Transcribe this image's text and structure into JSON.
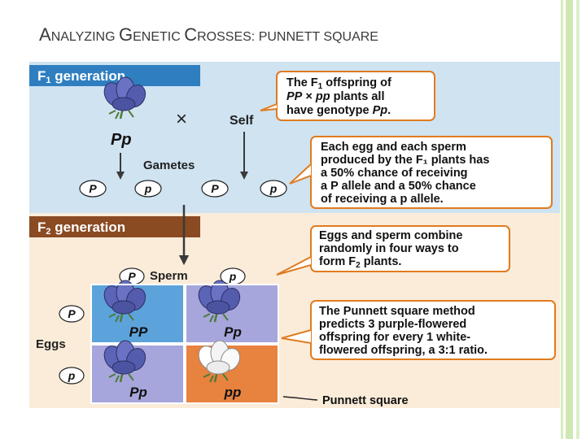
{
  "slide": {
    "title_parts": [
      {
        "text": "A",
        "size": "big"
      },
      {
        "text": "NALYZING ",
        "size": "small"
      },
      {
        "text": "G",
        "size": "big"
      },
      {
        "text": "ENETIC ",
        "size": "small"
      },
      {
        "text": "C",
        "size": "big"
      },
      {
        "text": "ROSSES",
        "size": "small"
      },
      {
        "text": ": P",
        "size": "small"
      },
      {
        "text": "UNNETT ",
        "size": "small"
      },
      {
        "text": "S",
        "size": "small"
      },
      {
        "text": "QUARE",
        "size": "small"
      }
    ]
  },
  "figure": {
    "f1_header": {
      "letter": "F",
      "sub": "1",
      "rest": " generation"
    },
    "f2_header": {
      "letter": "F",
      "sub": "2",
      "rest": " generation"
    },
    "cross_symbol": "×",
    "self_label": "Self",
    "parent_genotype": "Pp",
    "gametes_label": "Gametes",
    "gametes": [
      "P",
      "p",
      "P",
      "p"
    ],
    "sperm_label": "Sperm",
    "sperm_alleles": [
      "P",
      "p"
    ],
    "eggs_label": "Eggs",
    "egg_alleles": [
      "P",
      "p"
    ],
    "punnett_cells": [
      {
        "genotype": "PP",
        "flower": "purple"
      },
      {
        "genotype": "Pp",
        "flower": "purple"
      },
      {
        "genotype": "Pp",
        "flower": "purple"
      },
      {
        "genotype": "pp",
        "flower": "white"
      }
    ],
    "punnett_caption": "Punnett square",
    "callout1": {
      "line1_a": "The F",
      "line1_sub": "1",
      "line1_b": " offspring of",
      "line2_a": "PP",
      "line2_x": " × ",
      "line2_b": "pp",
      "line2_c": " plants all",
      "line3_a": "have genotype ",
      "line3_b": "Pp",
      "line3_c": "."
    },
    "callout2_lines": [
      "Each egg and each sperm",
      "produced by the F₁ plants has",
      "a 50% chance of receiving",
      "a P allele and a 50% chance",
      "of receiving a p allele."
    ],
    "callout3": {
      "line1": "Eggs and sperm combine",
      "line2": "randomly in four ways to",
      "line3_a": "form F",
      "line3_sub": "2",
      "line3_b": " plants."
    },
    "callout4_lines": [
      "The Punnett square method",
      "predicts 3 purple-flowered",
      "offspring for every 1 white-",
      "flowered offspring, a 3:1 ratio."
    ],
    "colors": {
      "f1_bg": "#cfe3f1",
      "f1_header": "#2f7fc0",
      "f2_bg": "#fbecd9",
      "f2_header": "#8a4a22",
      "callout_border": "#e07b1f",
      "cell_blue": "#5da3db",
      "cell_lavender": "#a6a6dc",
      "cell_orange": "#e8823f",
      "purple_flower": "#5c64b8",
      "deco_green": "#cfe8b3"
    }
  }
}
